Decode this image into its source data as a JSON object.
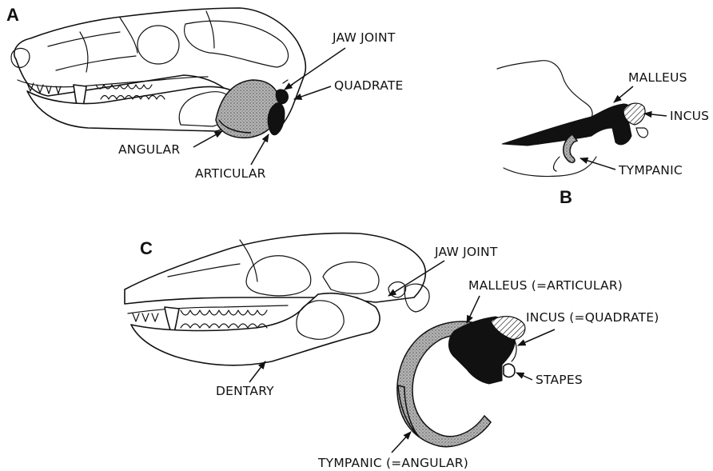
{
  "panels": {
    "A": {
      "letter": "A",
      "labels": {
        "jaw_joint": "JAW JOINT",
        "quadrate": "QUADRATE",
        "angular": "ANGULAR",
        "articular": "ARTICULAR"
      }
    },
    "B": {
      "letter": "B",
      "labels": {
        "malleus": "MALLEUS",
        "incus": "INCUS",
        "tympanic": "TYMPANIC"
      }
    },
    "C": {
      "letter": "C",
      "labels": {
        "jaw_joint": "JAW JOINT",
        "malleus": "MALLEUS (=ARTICULAR)",
        "incus": "INCUS (=QUADRATE)",
        "stapes": "STAPES",
        "dentary": "DENTARY",
        "tympanic": "TYMPANIC (=ANGULAR)"
      }
    }
  },
  "colors": {
    "line": "#111111",
    "fill_grey": "#9a9a9a",
    "background": "#ffffff"
  }
}
